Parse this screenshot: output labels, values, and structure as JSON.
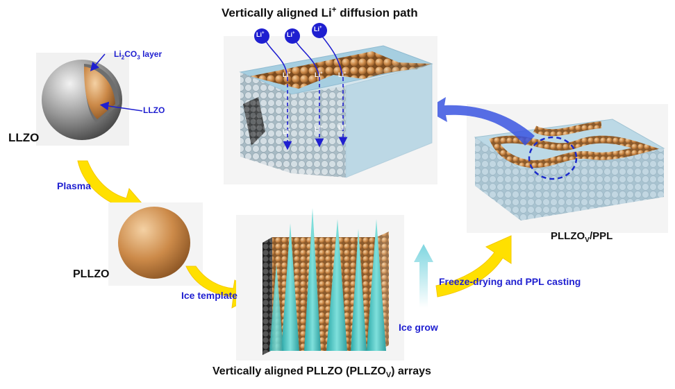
{
  "title_top": {
    "main": "Vertically aligned Li",
    "sup": "+",
    "tail": " diffusion path"
  },
  "title_bottom": {
    "main": "Vertically aligned PLLZO (PLLZO",
    "sub": "V",
    "tail": ") arrays"
  },
  "labels": {
    "llzo": "LLZO",
    "pllzo": "PLLZO",
    "pllzov_ppl": {
      "main": "PLLZO",
      "sub": "V",
      "tail": "/PPL"
    },
    "li2co3_layer": {
      "a": "Li",
      "sub1": "2",
      "b": "CO",
      "sub2": "3",
      "tail": " layer"
    },
    "llzo_core": "LLZO",
    "plasma": "Plasma",
    "ice_template": "Ice template",
    "freeze_drying": "Freeze-drying and PPL casting",
    "ice_grow": "Ice grow"
  },
  "li_ion": {
    "label": "Li",
    "sup": "+"
  },
  "colors": {
    "text_blue": "#1f1fd0",
    "text_black": "#111111",
    "particle": "#c8894a",
    "shell": "#8a8a8a",
    "matrix": "#a9cfe0",
    "ice": "#4fc3c3",
    "arrow_yellow": "#ffe000",
    "arrow_blue": "#3a55e0"
  }
}
